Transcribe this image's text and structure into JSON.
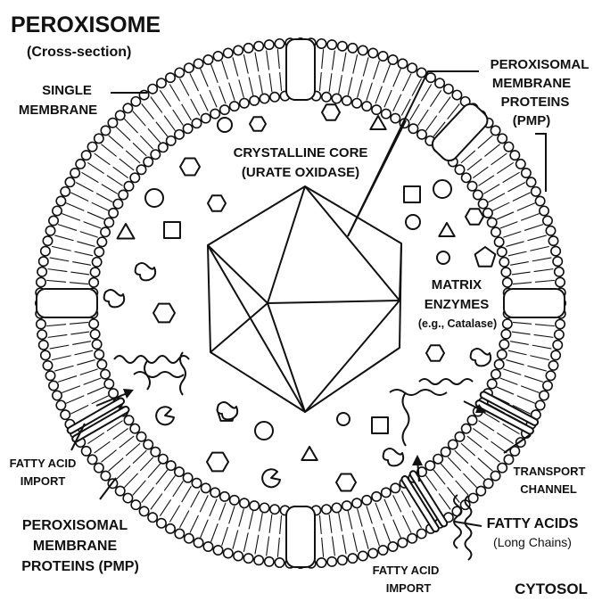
{
  "title": "PEROXISOME",
  "subtitle": "(Cross-section)",
  "colors": {
    "ink": "#111111",
    "paper": "#ffffff"
  },
  "labels": {
    "single_membrane": [
      "SINGLE",
      "MEMBRANE"
    ],
    "pmp_top": [
      "PEROXISOMAL",
      "MEMBRANE",
      "PROTEINS",
      "(PMP)"
    ],
    "crystalline_core": [
      "CRYSTALLINE CORE",
      "(URATE OXIDASE)"
    ],
    "matrix_enzymes": [
      "MATRIX",
      "ENZYMES"
    ],
    "matrix_example": "(e.g., Catalase)",
    "fatty_acid_import_left": [
      "FATTY ACID",
      "IMPORT"
    ],
    "transport_channel": [
      "TRANSPORT",
      "CHANNEL"
    ],
    "pmp_bottom": [
      "PEROXISOMAL",
      "MEMBRANE",
      "PROTEINS (PMP)"
    ],
    "fatty_acids": "FATTY ACIDS",
    "fatty_acids_sub": "(Long Chains)",
    "fatty_acid_import_bottom": [
      "FATTY ACID",
      "IMPORT"
    ],
    "cytosol": "CYTOSOL"
  }
}
